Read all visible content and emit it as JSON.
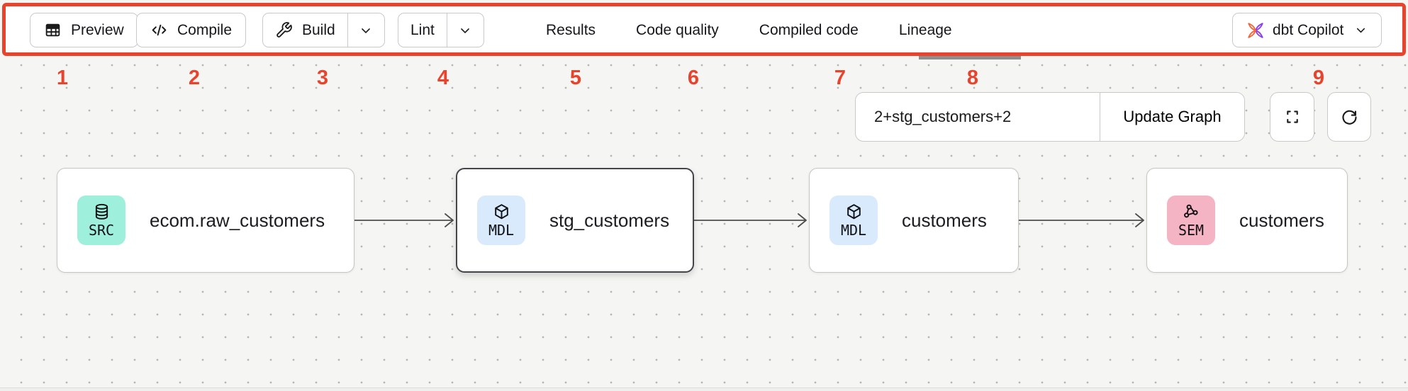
{
  "toolbar": {
    "buttons": [
      {
        "label": "Preview",
        "icon": "table-icon"
      },
      {
        "label": "Compile",
        "icon": "code-icon"
      },
      {
        "label": "Build",
        "icon": "wrench-icon",
        "has_dropdown": true
      },
      {
        "label": "Lint",
        "has_dropdown": true
      }
    ],
    "tabs": [
      {
        "label": "Results",
        "active": false
      },
      {
        "label": "Code quality",
        "active": false
      },
      {
        "label": "Compiled code",
        "active": false
      },
      {
        "label": "Lineage",
        "active": true
      }
    ],
    "copilot": {
      "label": "dbt Copilot",
      "icon": "dbt-logo-icon",
      "has_dropdown": true
    }
  },
  "annotation": {
    "color": "#e8432c",
    "numbers": [
      "1",
      "2",
      "3",
      "4",
      "5",
      "6",
      "7",
      "8",
      "9"
    ]
  },
  "graph_controls": {
    "selector_value": "2+stg_customers+2",
    "update_button_label": "Update Graph",
    "icon_buttons": [
      "fullscreen-icon",
      "refresh-icon"
    ]
  },
  "lineage_graph": {
    "nodes": [
      {
        "badge": "SRC",
        "icon": "database-icon",
        "badge_color": "#9ef0dc",
        "label": "ecom.raw_customers",
        "selected": false
      },
      {
        "badge": "MDL",
        "icon": "cube-icon",
        "badge_color": "#d8eafc",
        "label": "stg_customers",
        "selected": true
      },
      {
        "badge": "MDL",
        "icon": "cube-icon",
        "badge_color": "#d8eafc",
        "label": "customers",
        "selected": false
      },
      {
        "badge": "SEM",
        "icon": "semantic-model-icon",
        "badge_color": "#f5b4c3",
        "label": "customers",
        "selected": false
      }
    ],
    "edges": [
      {
        "from": "ecom.raw_customers",
        "to": "stg_customers"
      },
      {
        "from": "stg_customers",
        "to": "customers (MDL)"
      },
      {
        "from": "customers (MDL)",
        "to": "customers (SEM)"
      }
    ]
  }
}
